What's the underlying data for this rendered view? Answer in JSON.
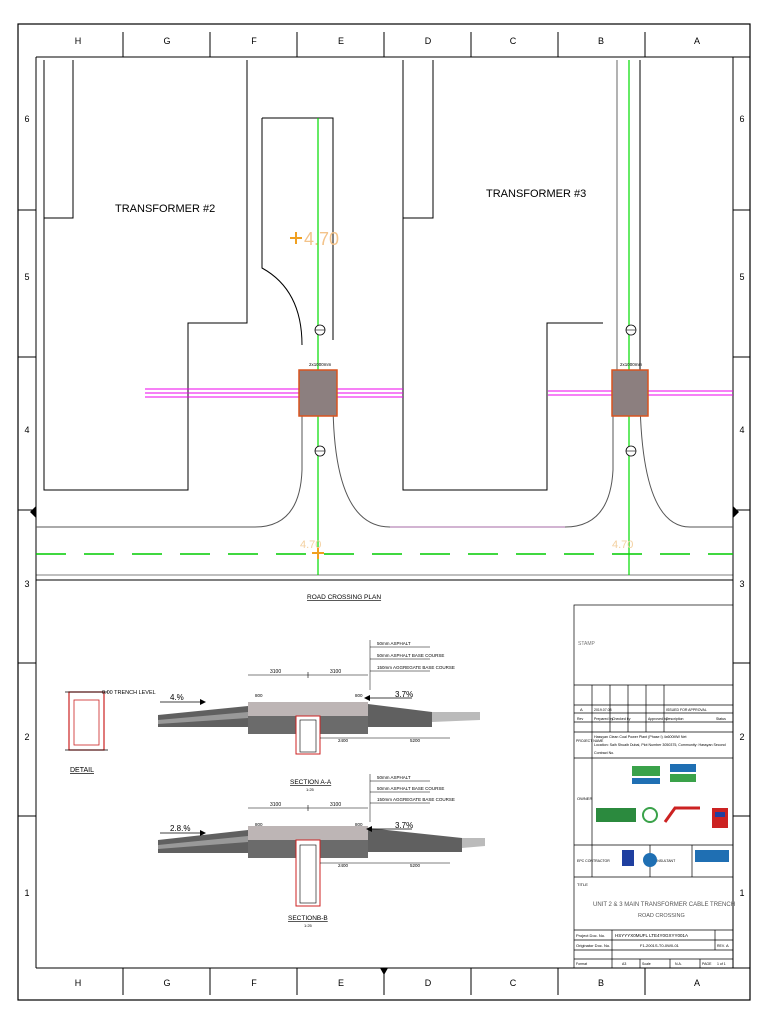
{
  "grid": {
    "columns": [
      "H",
      "G",
      "F",
      "E",
      "D",
      "C",
      "B",
      "A"
    ],
    "rows": [
      "6",
      "5",
      "4",
      "3",
      "2",
      "1"
    ]
  },
  "plan": {
    "transformer_left": "TRANSFORMER #2",
    "transformer_right": "TRANSFORMER #3",
    "elevation_top": "4.70",
    "elevation_bottom_left": "4.70",
    "elevation_bottom_right": "4.70",
    "title": "ROAD CROSSING PLAN",
    "crossing_label_left": "2x1000mm",
    "crossing_label_right": "2x1000mm"
  },
  "section_a": {
    "title": "SECTION A-A",
    "scale": "1:25",
    "dim_left": "3100",
    "dim_right": "3100",
    "slope_left": "4.%",
    "slope_right": "3.7%",
    "layer_1": "50mm ASPHALT",
    "layer_2": "50mm ASPHALT BASE COURSE",
    "layer_3": "150mm AGGREGATE BASE COURSE",
    "dim_small_left": "800",
    "dim_small_right": "800",
    "dim_bottom": "5200",
    "dim_mid": "2400"
  },
  "section_b": {
    "title": "SECTIONB-B",
    "scale": "1:25",
    "dim_left": "3100",
    "dim_right": "3100",
    "slope_left": "2.8.%",
    "slope_right": "3.7%",
    "layer_1": "50mm ASPHALT",
    "layer_2": "50mm ASPHALT BASE COURSE",
    "layer_3": "150mm AGGREGATE BASE COURSE",
    "dim_small_left": "800",
    "dim_small_right": "800",
    "dim_bottom": "5200",
    "dim_mid": "2400"
  },
  "detail": {
    "title": "DETAIL",
    "label": "0.00 TRENCH LEVEL"
  },
  "title_block": {
    "stamp_label": "STAMP",
    "project_label": "PROJECT NAME",
    "project_line_1": "Hassyan Clean Coal Power Plant (Phase I) 4x600MW Net",
    "project_line_2": "Location: Saih Shuaib Dubai, Plot Number 3050375, Community: Hassyan Second",
    "project_line_3": "Contract No.",
    "owner_label": "OWNER",
    "epc_label": "EPC CONTRACTOR",
    "consultant_label": "CONSULTANT",
    "drawing_title_label": "TITLE",
    "drawing_title_1": "UNIT 2 & 3 MAIN TRANSFORMER CABLE TRENCH",
    "drawing_title_2": "ROAD CROSSING",
    "project_doc_label": "Project Doc. No.",
    "project_doc_no": "HSYYYX0MUFL LTE4Y0GXYY001A",
    "originator_label": "Originator Doc. No.",
    "originator_no": "F1-2001S-T0-0W0-01",
    "format_label": "Format",
    "format_value": "A3",
    "scale_label": "Scale",
    "scale_value": "N.A.",
    "page_label": "PAGE",
    "page_value": "1 of 1",
    "rev_label": "REV.",
    "rev_value": "A",
    "rev_row_rev": "A",
    "rev_row_date": "2019.07.08",
    "rev_row_desc": "ISSUED FOR APPROVAL",
    "header_rev": "Rev",
    "header_prepared": "Prepared by",
    "header_checked": "Checked by",
    "header_approved": "Approved by",
    "header_description": "Description",
    "status_label": "Status"
  },
  "colors": {
    "frame": "#000000",
    "centerline": "#00dd00",
    "cable": "#ee00ee",
    "crossing_fill": "#8c7f7f",
    "crossing_edge": "#d9531e",
    "elevation": "#f0a020",
    "detail_red": "#cc2222"
  }
}
